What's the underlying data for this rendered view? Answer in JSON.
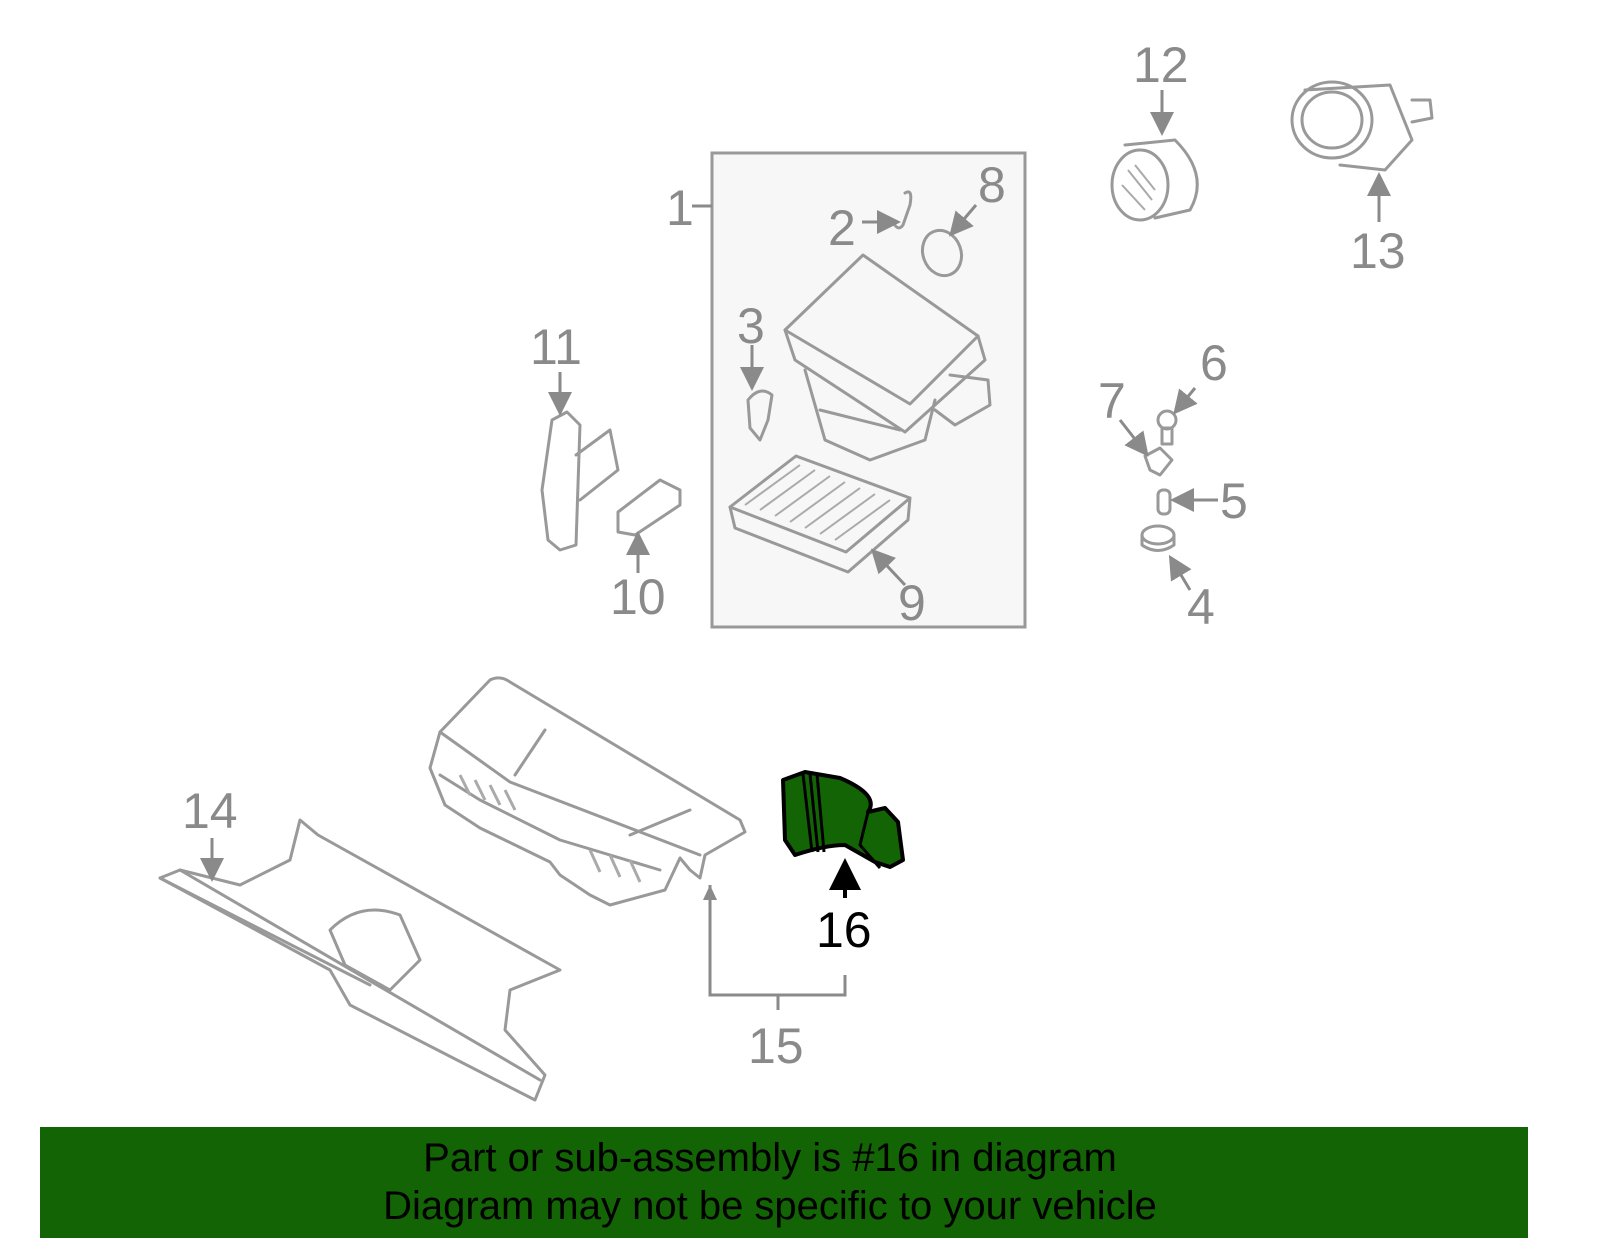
{
  "diagram": {
    "callouts": [
      "1",
      "2",
      "3",
      "4",
      "5",
      "6",
      "7",
      "8",
      "9",
      "10",
      "11",
      "12",
      "13",
      "14",
      "15",
      "16"
    ],
    "highlighted_part": "16",
    "highlight_color": "#136405"
  },
  "banner": {
    "line1": "Part or sub-assembly is #16 in diagram",
    "line2": "Diagram may not be specific to your vehicle",
    "background": "#136405"
  }
}
